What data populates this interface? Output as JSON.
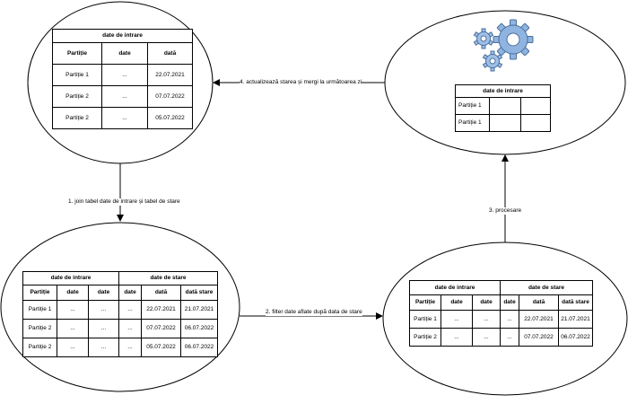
{
  "steps": {
    "step1": "1. join tabel date de intrare și tabel de stare",
    "step2": "2.  filter date aflate după data de stare",
    "step3": "3. procesare",
    "step4": "4. actualizează starea și mergi la următoarea zi"
  },
  "icon": "gears-icon",
  "colors": {
    "gear_fill": "#8fb4e0",
    "gear_stroke": "#4a6f9e"
  },
  "table_input": {
    "group": "date de intrare",
    "headers": [
      "Partiție",
      "date",
      "dată"
    ],
    "rows": [
      [
        "Partiție 1",
        "...",
        "22.07.2021"
      ],
      [
        "Partiție 2",
        "...",
        "07.07.2022"
      ],
      [
        "Partiție 2",
        "...",
        "05.07.2022"
      ]
    ]
  },
  "table_joined": {
    "group_input": "date de intrare",
    "group_state": "date de stare",
    "headers": [
      "Partiție",
      "date",
      "date",
      "date",
      "dată",
      "dată stare"
    ],
    "rows": [
      [
        "Partiție 1",
        "...",
        "...",
        "...",
        "22.07.2021",
        "21.07.2021"
      ],
      [
        "Partiție 2",
        "...",
        "...",
        "...",
        "07.07.2022",
        "06.07.2022"
      ],
      [
        "Partiție 2",
        "...",
        "...",
        "...",
        "05.07.2022",
        "06.07.2022"
      ]
    ]
  },
  "table_filtered": {
    "group_input": "date de intrare",
    "group_state": "date de stare",
    "headers": [
      "Partiție",
      "date",
      "date",
      "date",
      "dată",
      "dată stare"
    ],
    "rows": [
      [
        "Partiție 1",
        "...",
        "...",
        "...",
        "22.07.2021",
        "21.07.2021"
      ],
      [
        "Partiție 2",
        "...",
        "...",
        "...",
        "07.07.2022",
        "06.07.2022"
      ]
    ]
  },
  "table_output": {
    "group": "date de intrare",
    "rows": [
      [
        "Partiție 1",
        "",
        ""
      ],
      [
        "Partiție 1",
        "",
        ""
      ]
    ]
  }
}
